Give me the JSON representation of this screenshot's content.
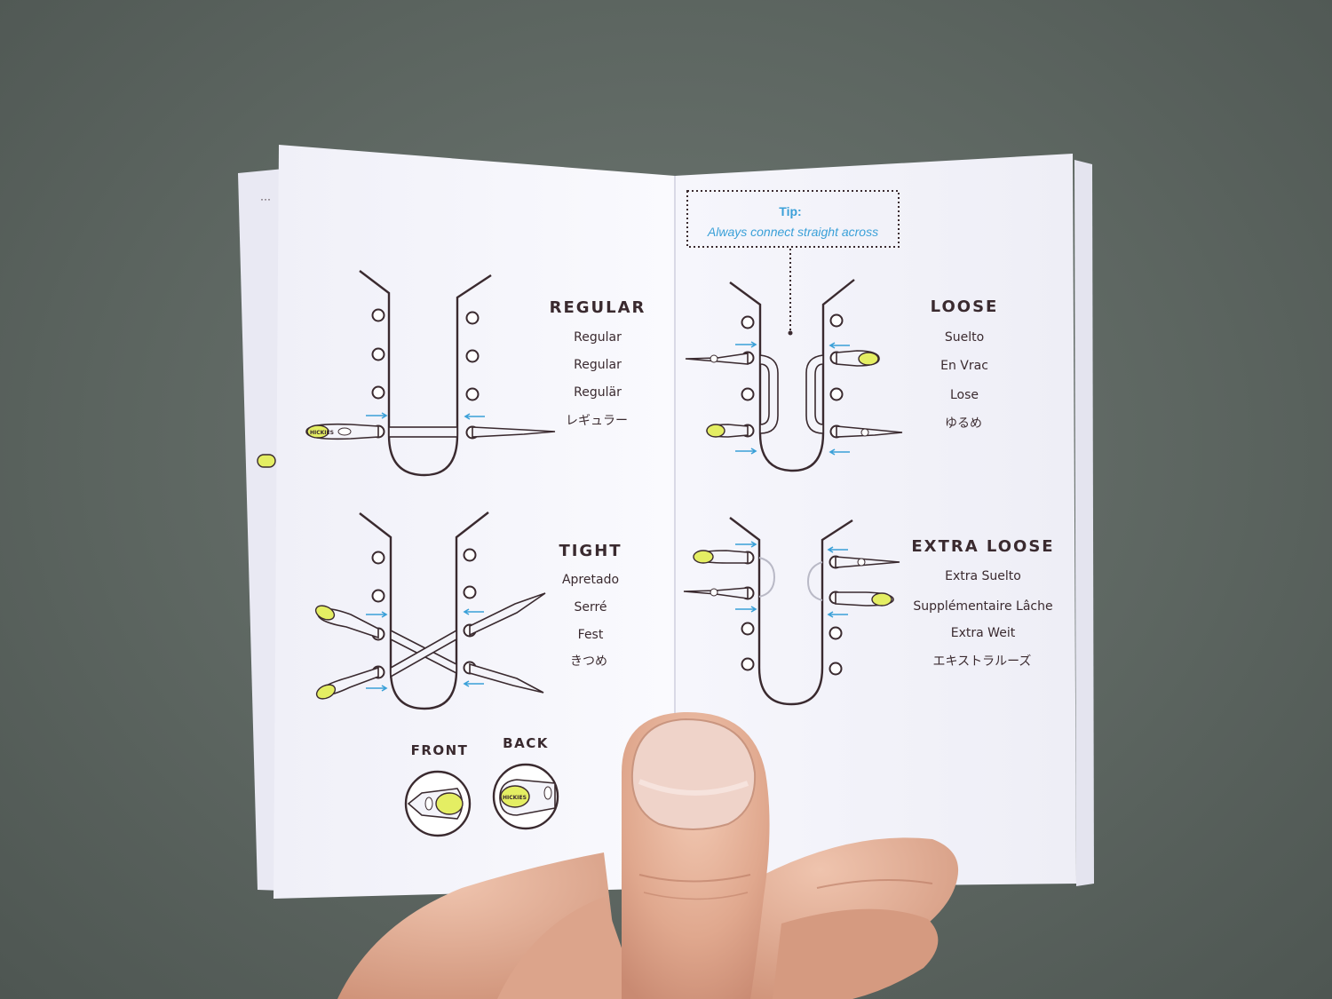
{
  "tip": {
    "title": "Tip:",
    "text": "Always connect straight across"
  },
  "sections": {
    "regular": {
      "title": "REGULAR",
      "translations": [
        "Regular",
        "Regular",
        "Regulär",
        "レギュラー"
      ]
    },
    "tight": {
      "title": "TIGHT",
      "translations": [
        "Apretado",
        "Serré",
        "Fest",
        "きつめ"
      ]
    },
    "loose": {
      "title": "LOOSE",
      "translations": [
        "Suelto",
        "En Vrac",
        "Lose",
        "ゆるめ"
      ]
    },
    "extra_loose": {
      "title": "EXTRA LOOSE",
      "translations": [
        "Extra Suelto",
        "Supplémentaire Lâche",
        "Extra Weit",
        "エキストラルーズ"
      ]
    }
  },
  "legend": {
    "front": "FRONT",
    "back": "BACK"
  },
  "brand": "HICKIES",
  "colors": {
    "accent_blue": "#3aa0d8",
    "lace_yellow": "#e4ee63",
    "ink": "#3a2a2f",
    "paper": "#f5f5fb"
  }
}
